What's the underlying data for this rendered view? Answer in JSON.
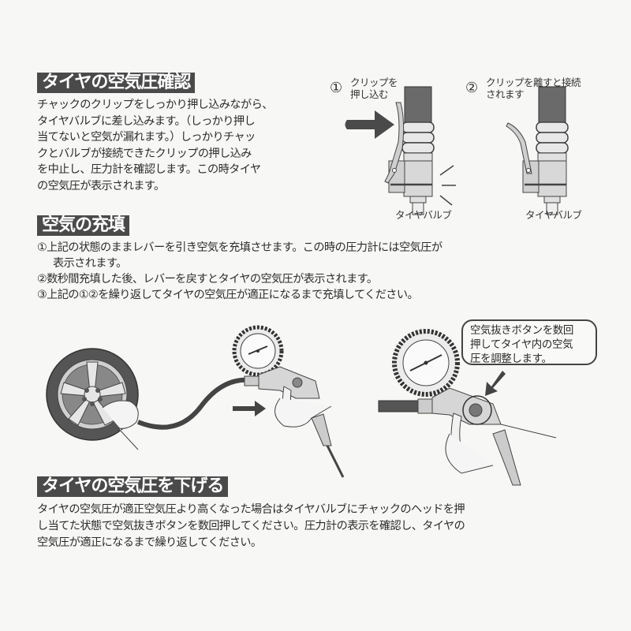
{
  "section1": {
    "heading": "タイヤの空気圧確認",
    "lines": [
      "チャックのクリップをしっかり押し込みながら、",
      "タイヤバルブに差し込みます。（しっかり押し",
      "当てないと空気が漏れます。）しっかりチャッ",
      "クとバルブが接続できたクリップの押し込み",
      "を中止し、圧力計を確認します。この時タイヤ",
      "の空気圧が表示されます。"
    ],
    "figure1": {
      "number": "①",
      "caption_lines": [
        "クリップを",
        "押し込む"
      ],
      "label": "タイヤバルブ"
    },
    "figure2": {
      "number": "②",
      "caption_lines": [
        "クリップを離すと接続",
        "されます"
      ],
      "label": "タイヤバルブ"
    }
  },
  "section2": {
    "heading": "空気の充填",
    "steps": [
      {
        "text": "①上記の状態のままレバーを引き空気を充填させます。この時の圧力計には空気圧が",
        "cont": "表示されます。"
      },
      {
        "text": "②数秒間充填した後、レバーを戻すとタイヤの空気圧が表示されます。",
        "cont": null
      },
      {
        "text": "③上記の①②を繰り返してタイヤの空気圧が適正になるまで充填してください。",
        "cont": null
      }
    ],
    "callout_lines": [
      "空気抜きボタンを数回",
      "押してタイヤ内の空気",
      "圧を調整します。"
    ]
  },
  "section3": {
    "heading": "タイヤの空気圧を下げる",
    "lines": [
      "タイヤの空気圧が適正空気圧より高くなった場合はタイヤバルブにチャックのヘッドを押",
      "し当てた状態で空気抜きボタンを数回押してください。圧力計の表示を確認し、タイヤの",
      "空気圧が適正になるまで繰り返してください。"
    ]
  },
  "colors": {
    "heading_bg": "#4a4a4a",
    "heading_text": "#ffffff",
    "background": "#f7f7f5",
    "text": "#2c2c2c"
  }
}
